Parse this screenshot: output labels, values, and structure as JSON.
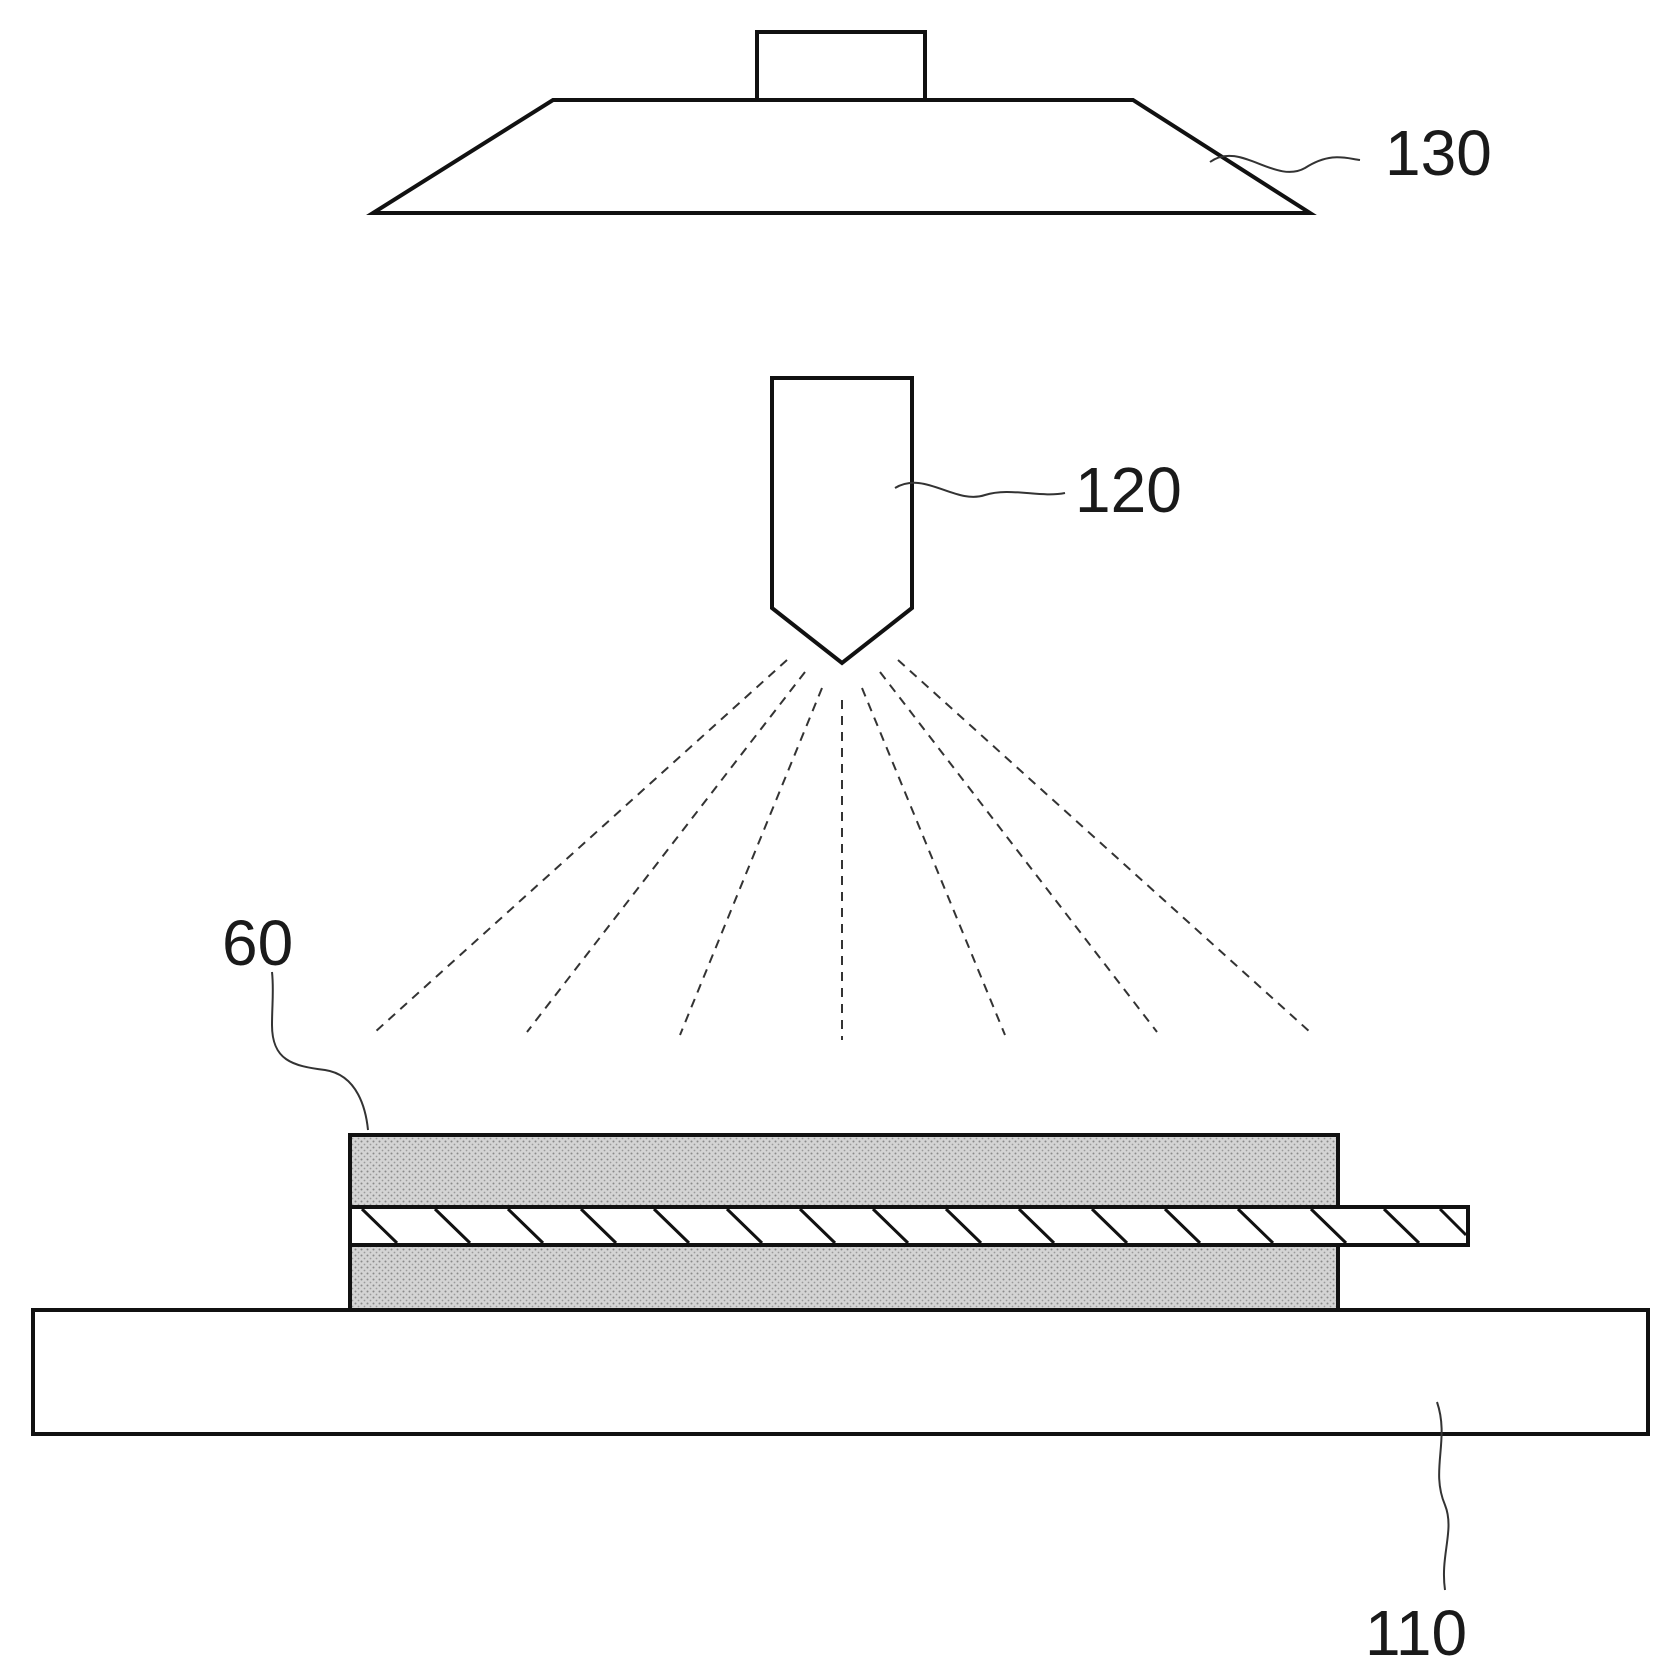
{
  "labels": {
    "lamp": "130",
    "nozzle": "120",
    "electrode_assembly": "60",
    "stage": "110"
  },
  "colors": {
    "stroke": "#111111",
    "coating_fill": "#d2d2d2",
    "background": "#ffffff"
  }
}
